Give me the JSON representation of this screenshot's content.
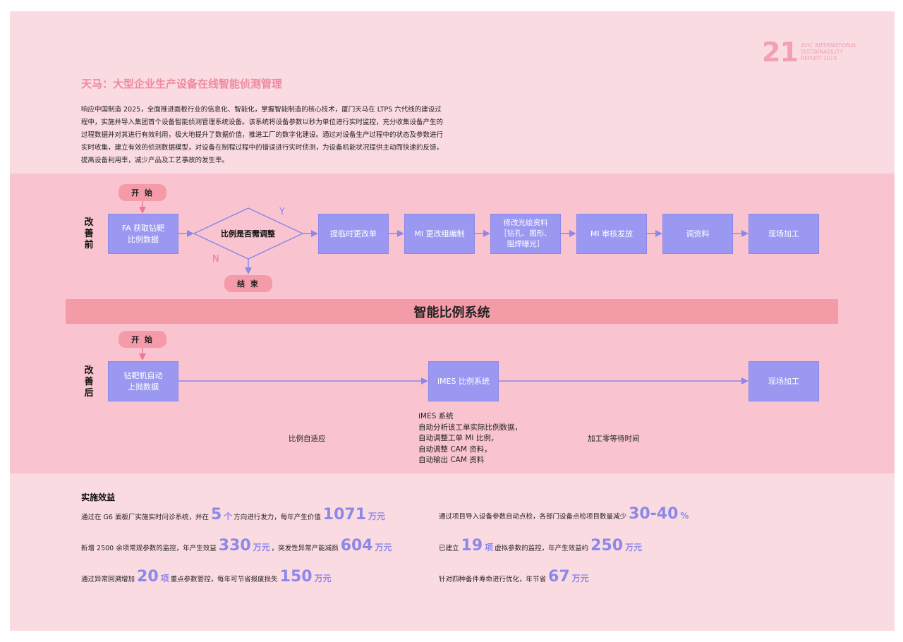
{
  "header": {
    "page_number": "21",
    "report_line1": "AVIC INTERNATIONAL",
    "report_line2": "SUSTAINABILITY",
    "report_line3": "REPORT 2019"
  },
  "title": "天马：大型企业生产设备在线智能侦测管理",
  "intro": "响应中国制造 2025，全面推进面板行业的信息化、智能化，掌握智能制造的核心技术，厦门天马在 LTPS 六代线的建设过程中，实施并导入集团首个设备智能侦测管理系统设备。该系统将设备参数以秒为单位进行实时监控，充分收集设备产生的过程数据并对其进行有效利用，极大地提升了数据价值，推进工厂的数字化建设。通过对设备生产过程中的状态及参数进行实时收集，建立有效的侦测数据模型，对设备在制程过程中的错误进行实时侦测，为设备机能状况提供主动而快速的反馈，提高设备利用率，减少产品及工艺事故的发生率。",
  "before": {
    "label": "改善前",
    "start": "开 始",
    "end": "结 束",
    "step1": "FA 获取钻靶\n比例数据",
    "decision": "比例是否需调整",
    "yes": "Y",
    "no": "N",
    "steps": [
      "提临时更改单",
      "MI 更改组编制",
      "修改光绘资料\n［钻孔、图形、\n阻焊曝光］",
      "MI 审核发放",
      "调资料",
      "现场加工"
    ]
  },
  "system_name": "智能比例系统",
  "after": {
    "label": "改善后",
    "start": "开 始",
    "step1": "钻靶机自动\n上抛数据",
    "step2": "iMES 比例系统",
    "step3": "现场加工",
    "note_left": "比例自适应",
    "note_right": "加工零等待时间",
    "imes_lines": [
      "iMES 系统",
      "自动分析该工单实际比例数据，",
      "自动调整工单 MI 比例，",
      "自动调整 CAM 资料，",
      "自动输出 CAM 资料"
    ]
  },
  "benefits": {
    "title": "实施效益",
    "b1": {
      "t1": "通过在 G6 面板厂实施实时问诊系统，并在",
      "n1": "5",
      "u1": "个",
      "t2": "方向进行发力，每年产生价值",
      "n2": "1071",
      "u2": "万元"
    },
    "b2": {
      "t1": "新增 2500 余项常规参数的监控，年产生效益",
      "n1": "330",
      "u1": "万元",
      "t2": "，突发性异常产能减损",
      "n2": "604",
      "u2": "万元"
    },
    "b3": {
      "t1": "通过异常回溯增加",
      "n1": "20",
      "u1": "项",
      "t2": "重点参数管控，每年可节省报废损失",
      "n2": "150",
      "u2": "万元"
    },
    "b4": {
      "t1": "通过项目导入设备参数自动点检，各部门设备点检项目数量减少",
      "n1": "30-40",
      "u1": "%"
    },
    "b5": {
      "t1": "已建立",
      "n1": "19",
      "u1": "项",
      "t2": "虚拟参数的监控，年产生效益约",
      "n2": "250",
      "u2": "万元"
    },
    "b6": {
      "t1": "针对四种备件寿命进行优化，年节省",
      "n1": "67",
      "u1": "万元"
    }
  },
  "colors": {
    "page": "#fbdbe2",
    "band": "#f9c4d0",
    "box": "#9a98f0",
    "pill": "#f59aa8",
    "accent": "#8c88e8",
    "title": "#ee8aa0"
  }
}
